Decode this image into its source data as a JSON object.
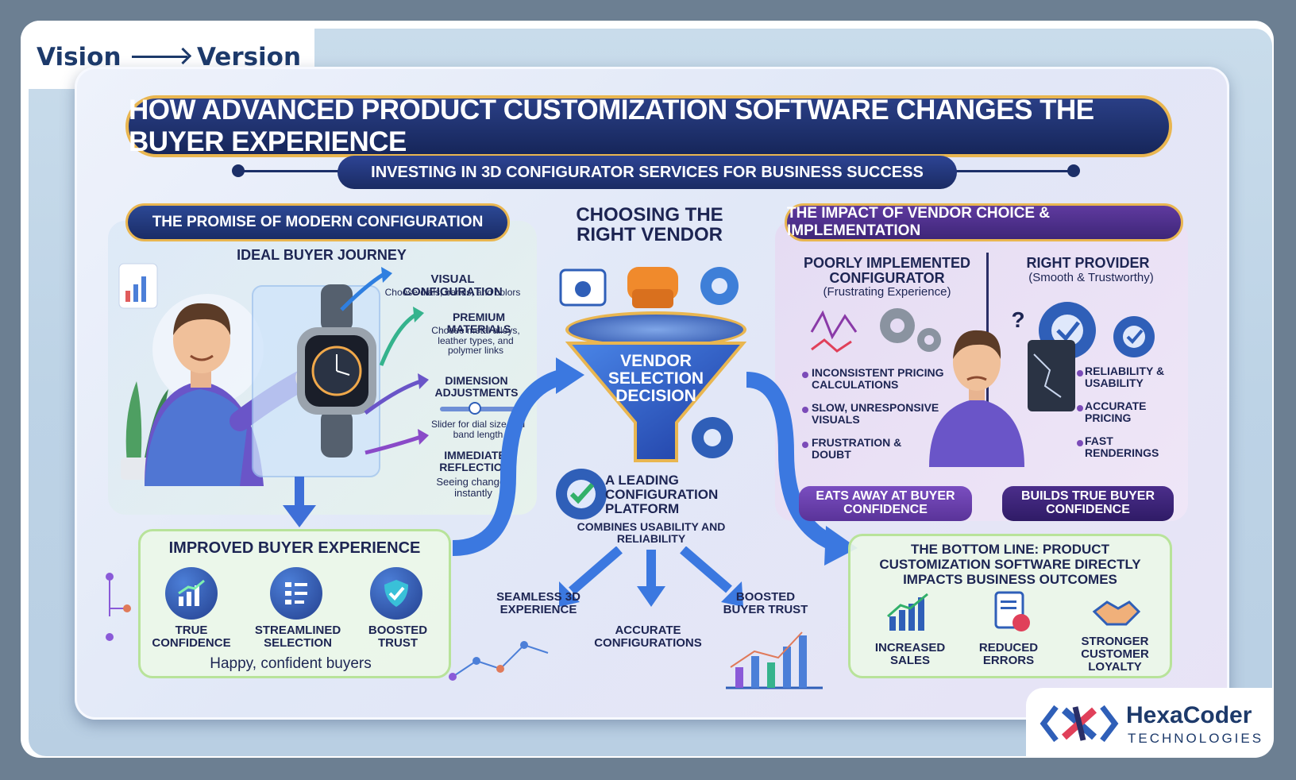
{
  "brand": {
    "left": "Vision",
    "right": "Version"
  },
  "title": "HOW ADVANCED PRODUCT CUSTOMIZATION SOFTWARE CHANGES THE BUYER EXPERIENCE",
  "subtitle": "INVESTING IN 3D CONFIGURATOR SERVICES FOR BUSINESS SUCCESS",
  "left": {
    "section": "THE PROMISE OF MODERN CONFIGURATION",
    "heading": "IDEAL BUYER JOURNEY",
    "features": [
      {
        "title": "VISUAL CONFIGURATION",
        "desc": "Choose dials, bands, and colors"
      },
      {
        "title": "PREMIUM MATERIALS",
        "desc": "Choose metal alloys, leather types, and polymer links"
      },
      {
        "title": "DIMENSION ADJUSTMENTS",
        "desc": "Slider for dial size and band length"
      },
      {
        "title": "IMMEDIATE REFLECTION",
        "desc": "Seeing changes instantly"
      }
    ],
    "card": {
      "title": "IMPROVED BUYER EXPERIENCE",
      "items": [
        "TRUE CONFIDENCE",
        "STREAMLINED SELECTION",
        "BOOSTED TRUST"
      ],
      "footer": "Happy, confident buyers"
    }
  },
  "center": {
    "title": "CHOOSING THE RIGHT VENDOR",
    "funnel": "VENDOR SELECTION DECISION",
    "platform_title": "A LEADING CONFIGURATION PLATFORM",
    "platform_desc": "COMBINES USABILITY AND RELIABILITY",
    "outcomes": [
      "SEAMLESS 3D EXPERIENCE",
      "ACCURATE CONFIGURATIONS",
      "BOOSTED BUYER TRUST"
    ]
  },
  "right": {
    "section": "THE IMPACT OF VENDOR CHOICE & IMPLEMENTATION",
    "poor": {
      "title": "POORLY IMPLEMENTED CONFIGURATOR",
      "subtitle": "(Frustrating Experience)",
      "items": [
        "INCONSISTENT PRICING CALCULATIONS",
        "SLOW, UNRESPONSIVE VISUALS",
        "FRUSTRATION & DOUBT"
      ],
      "result": "EATS AWAY AT BUYER CONFIDENCE"
    },
    "good": {
      "title": "RIGHT PROVIDER",
      "subtitle": "(Smooth & Trustworthy)",
      "items": [
        "RELIABILITY & USABILITY",
        "ACCURATE PRICING",
        "FAST RENDERINGS"
      ],
      "result": "BUILDS TRUE BUYER CONFIDENCE"
    },
    "bottom": {
      "title": "THE BOTTOM LINE: PRODUCT CUSTOMIZATION SOFTWARE DIRECTLY IMPACTS BUSINESS OUTCOMES",
      "items": [
        "INCREASED SALES",
        "REDUCED ERRORS",
        "STRONGER CUSTOMER LOYALTY"
      ]
    }
  },
  "logo": {
    "name": "HexaCoder",
    "sub": "TECHNOLOGIES"
  },
  "colors": {
    "navy": "#1a2b63",
    "purple": "#5a3399",
    "gold": "#e9b650",
    "green_border": "#b8e39a"
  }
}
